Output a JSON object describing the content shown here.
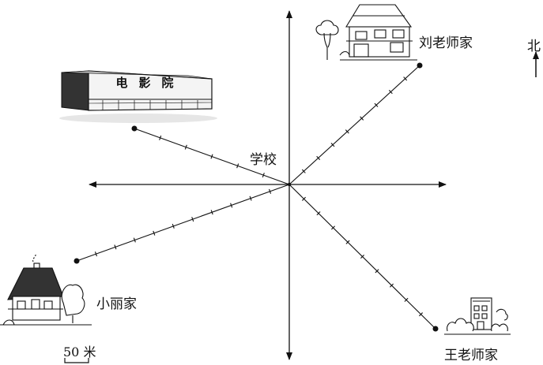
{
  "labels": {
    "school": "学校",
    "liu_teacher_home": "刘老师家",
    "wang_teacher_home": "王老师家",
    "xiaoli_home": "小丽家",
    "north": "北",
    "scale": "50 米",
    "cinema_sign": "电影院"
  },
  "colors": {
    "ink": "#111111",
    "paper": "#ffffff"
  },
  "icons": {
    "cinema": "cinema-building-icon",
    "liu_home": "two-story-house-icon",
    "wang_home": "apartment-building-icon",
    "xiaoli_home": "cottage-house-icon",
    "north_arrow": "north-arrow-icon"
  }
}
